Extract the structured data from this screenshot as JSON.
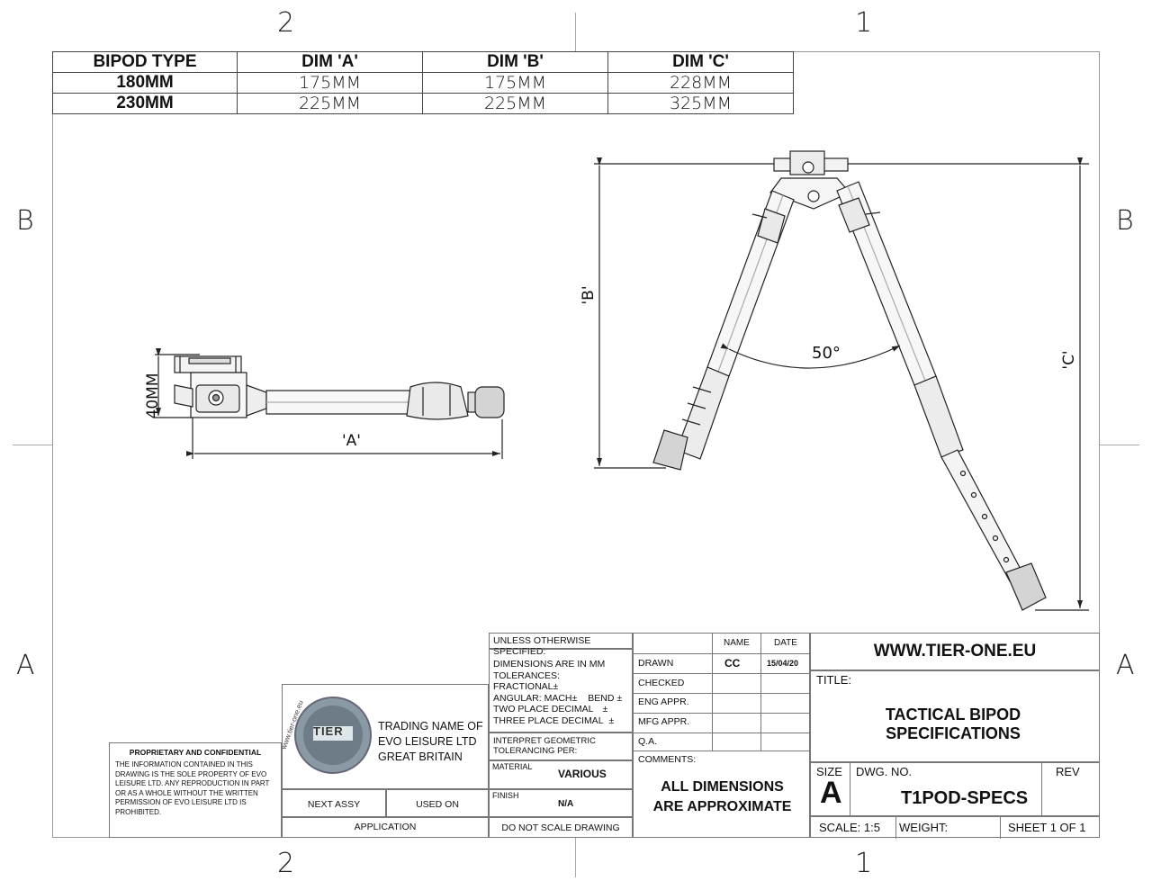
{
  "zones": {
    "top_left": "2",
    "top_right": "1",
    "bottom_left": "2",
    "bottom_right": "1",
    "left_b": "B",
    "right_b": "B",
    "left_a": "A",
    "right_a": "A"
  },
  "dims_table": {
    "headers": [
      "BIPOD TYPE",
      "DIM 'A'",
      "DIM 'B'",
      "DIM 'C'"
    ],
    "rows": [
      [
        "180MM",
        "175MM",
        "175MM",
        "228MM"
      ],
      [
        "230MM",
        "225MM",
        "225MM",
        "325MM"
      ]
    ]
  },
  "drawing": {
    "dim_40": "40MM",
    "dim_a": "'A'",
    "dim_b": "'B'",
    "dim_c": "'C'",
    "angle": "50°"
  },
  "proprietary": {
    "heading": "PROPRIETARY AND CONFIDENTIAL",
    "body": "THE INFORMATION CONTAINED IN THIS DRAWING IS THE SOLE PROPERTY OF EVO LEISURE LTD.  ANY REPRODUCTION IN PART OR AS A WHOLE WITHOUT THE WRITTEN PERMISSION OF EVO LEISURE LTD IS PROHIBITED."
  },
  "company": {
    "trading_line1": "TRADING NAME OF",
    "trading_line2": "EVO LEISURE LTD",
    "trading_line3": "GREAT BRITAIN",
    "logo_text": "TIER",
    "logo_ring_text": "www.tier-one.eu"
  },
  "assy": {
    "next_assy": "NEXT ASSY",
    "used_on": "USED ON",
    "application": "APPLICATION"
  },
  "spec": {
    "unless": "UNLESS OTHERWISE SPECIFIED:",
    "dims_mm": "DIMENSIONS ARE IN MM",
    "tolerances": "TOLERANCES:",
    "fractional": "FRACTIONAL±",
    "angular": "ANGULAR: MACH±",
    "bend": "BEND ±",
    "two_place": "TWO PLACE DECIMAL",
    "two_place_pm": "±",
    "three_place": "THREE PLACE DECIMAL",
    "three_place_pm": "±",
    "interpret": "INTERPRET GEOMETRIC",
    "tolerancing": "TOLERANCING PER:",
    "material_label": "MATERIAL",
    "material_value": "VARIOUS",
    "finish_label": "FINISH",
    "finish_value": "N/A",
    "do_not_scale": "DO NOT SCALE DRAWING"
  },
  "approvals": {
    "name_header": "NAME",
    "date_header": "DATE",
    "drawn": "DRAWN",
    "drawn_name": "CC",
    "drawn_date": "15/04/20",
    "checked": "CHECKED",
    "eng_appr": "ENG APPR.",
    "mfg_appr": "MFG APPR.",
    "qa": "Q.A.",
    "comments": "COMMENTS:",
    "comment_line1": "ALL DIMENSIONS",
    "comment_line2": "ARE APPROXIMATE"
  },
  "title_block": {
    "website": "WWW.TIER-ONE.EU",
    "title_label": "TITLE:",
    "title_line1": "TACTICAL BIPOD",
    "title_line2": "SPECIFICATIONS",
    "size_label": "SIZE",
    "size_value": "A",
    "dwg_label": "DWG.  NO.",
    "dwg_value": "T1POD-SPECS",
    "rev_label": "REV",
    "scale": "SCALE: 1:5",
    "weight": "WEIGHT:",
    "sheet": "SHEET 1 OF 1"
  }
}
